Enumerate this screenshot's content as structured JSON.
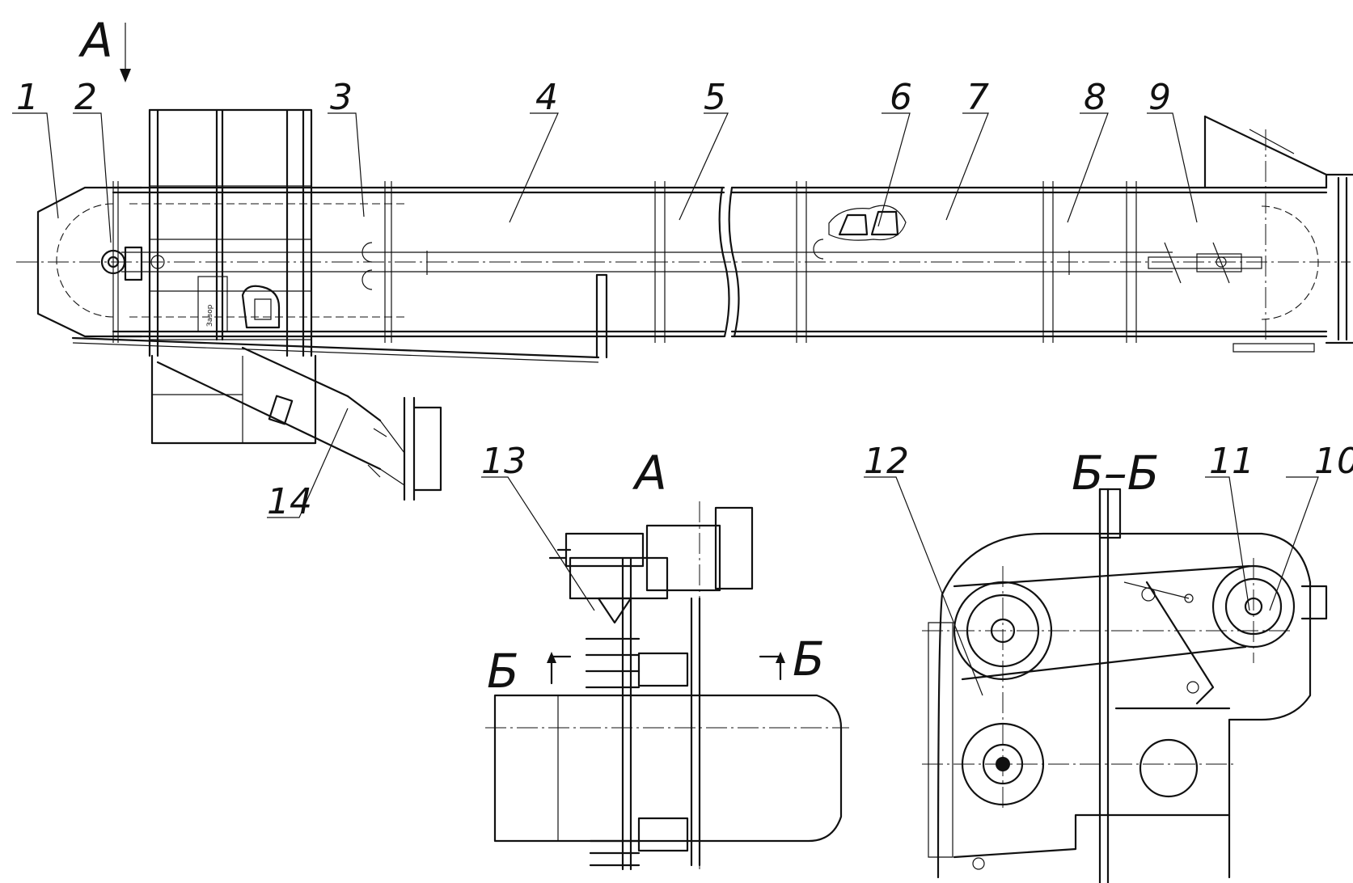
{
  "view_marker": "A",
  "view_title": "A",
  "section_title": "Б–Б",
  "section_left_label": "Б",
  "section_right_label": "Б",
  "callouts": [
    "1",
    "2",
    "3",
    "4",
    "5",
    "6",
    "7",
    "8",
    "9",
    "10",
    "11",
    "12",
    "13",
    "14"
  ]
}
